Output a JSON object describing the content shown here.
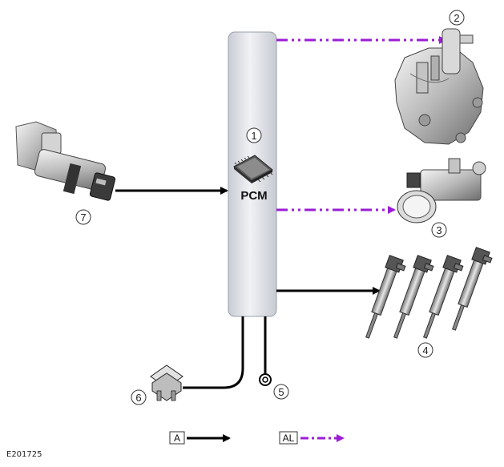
{
  "pcm_label": "PCM",
  "callouts": {
    "c1": "1",
    "c2": "2",
    "c3": "3",
    "c4": "4",
    "c5": "5",
    "c6": "6",
    "c7": "7"
  },
  "legend": {
    "a": "A",
    "al": "AL"
  },
  "figure_ref": "E201725",
  "colors": {
    "hardwired": "#000000",
    "lin_bus": "#9b1dd6",
    "pcm_fill": "#d9dce3"
  }
}
